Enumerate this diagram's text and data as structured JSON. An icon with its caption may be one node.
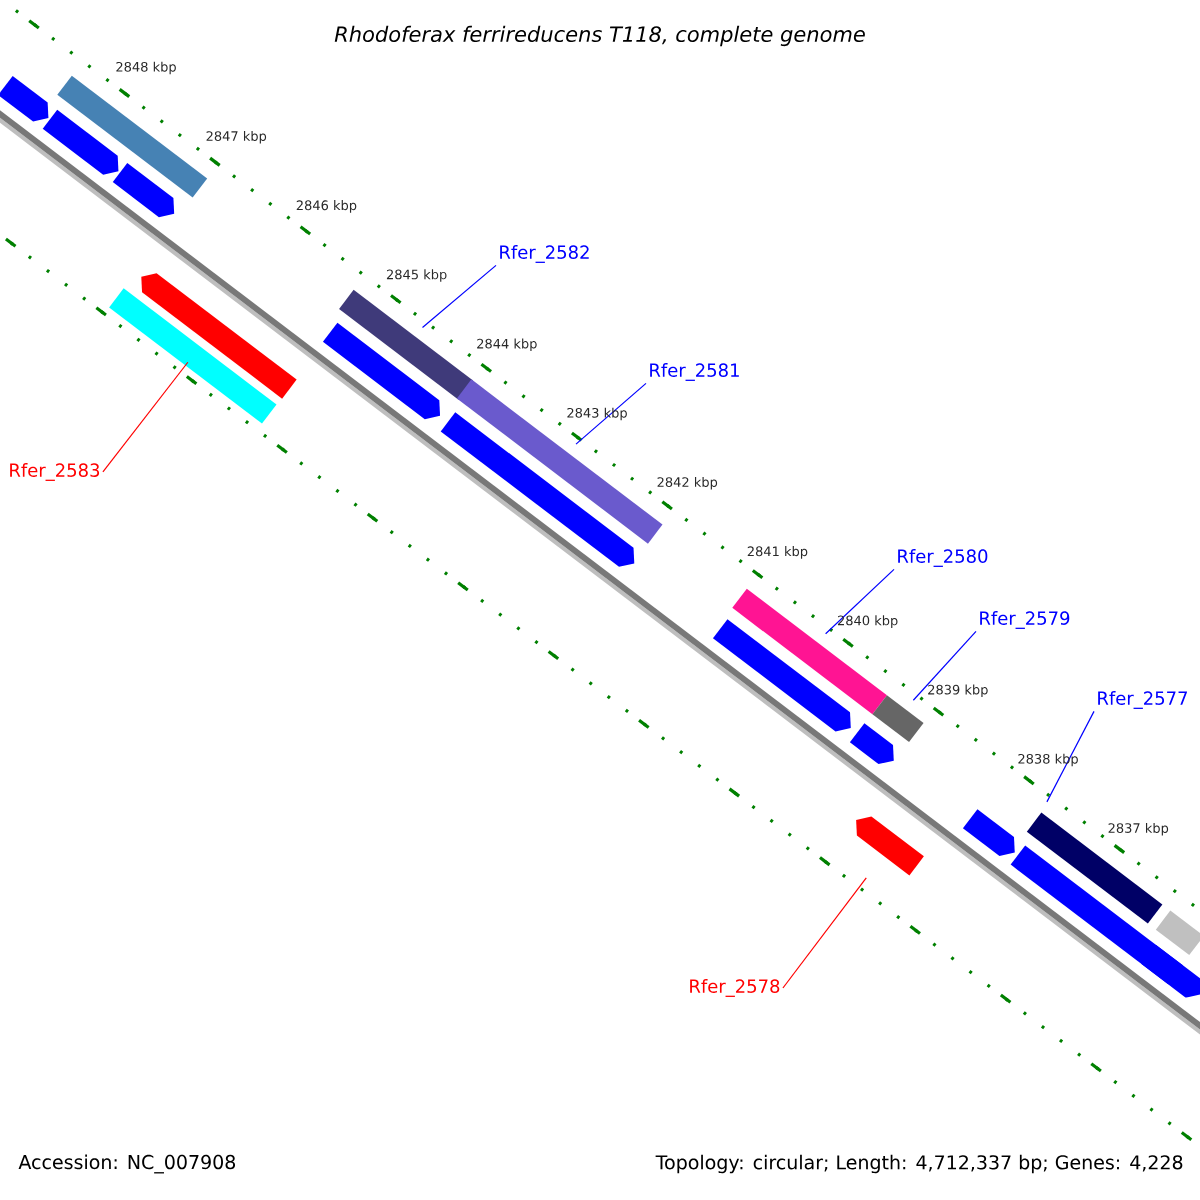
{
  "diagram": {
    "title": "Rhodoferax ferrireducens T118, complete genome",
    "nodes": [
      {
        "text": [
          "Rfer_2582"
        ]
      },
      {
        "text": [
          "Rfer_2581"
        ]
      },
      {
        "text": [
          "Rfer_2583"
        ]
      },
      {
        "text": [
          "Rfer_2580"
        ]
      },
      {
        "text": [
          "Rfer_2579"
        ]
      },
      {
        "text": [
          "Rfer_2577"
        ]
      },
      {
        "text": [
          "Rfer_2578"
        ]
      },
      {
        "text": [],
        "shape": "arrow"
      },
      {
        "text": [],
        "shape": "bar"
      },
      {
        "text": [],
        "shape": "arrow"
      },
      {
        "text": [],
        "shape": "arrow"
      },
      {
        "text": [],
        "shape": "bar"
      },
      {
        "text": [],
        "shape": "arrow"
      },
      {
        "text": [],
        "shape": "bar"
      },
      {
        "text": [],
        "shape": "arrow"
      },
      {
        "text": [],
        "shape": "bar"
      },
      {
        "text": [],
        "shape": "arrow"
      },
      {
        "text": [],
        "shape": "arrow"
      },
      {
        "text": [],
        "shape": "bar"
      },
      {
        "text": [],
        "shape": "arrow"
      },
      {
        "text": [],
        "shape": "bar"
      },
      {
        "text": [],
        "shape": "arrow"
      },
      {
        "text": [],
        "shape": "arrow"
      },
      {
        "text": [],
        "shape": "bar"
      },
      {
        "text": [],
        "shape": "arrow"
      },
      {
        "text": [],
        "shape": "bar"
      },
      {
        "text": [],
        "shape": "arrow"
      }
    ],
    "edges": [
      {
        "from": 0,
        "to": 13,
        "arrow": "none"
      },
      {
        "from": 1,
        "to": 15,
        "arrow": "none"
      },
      {
        "from": 2,
        "to": 11,
        "arrow": "none",
        "color": "#ff0000"
      },
      {
        "from": 3,
        "to": 18,
        "arrow": "none"
      },
      {
        "from": 4,
        "to": 20,
        "arrow": "none"
      },
      {
        "from": 5,
        "to": 23,
        "arrow": "none"
      },
      {
        "from": 6,
        "to": 21,
        "arrow": "none",
        "color": "#ff0000"
      }
    ],
    "labels": [
      "2848 kbp",
      "2847 kbp",
      "2846 kbp",
      "2845 kbp",
      "2844 kbp",
      "2843 kbp",
      "2842 kbp",
      "2841 kbp",
      "2840 kbp",
      "2839 kbp",
      "2838 kbp",
      "2837 kbp",
      "Accession: NC_007908",
      "Topology: circular; Length: 4,712,337 bp; Genes: 4,228"
    ]
  }
}
